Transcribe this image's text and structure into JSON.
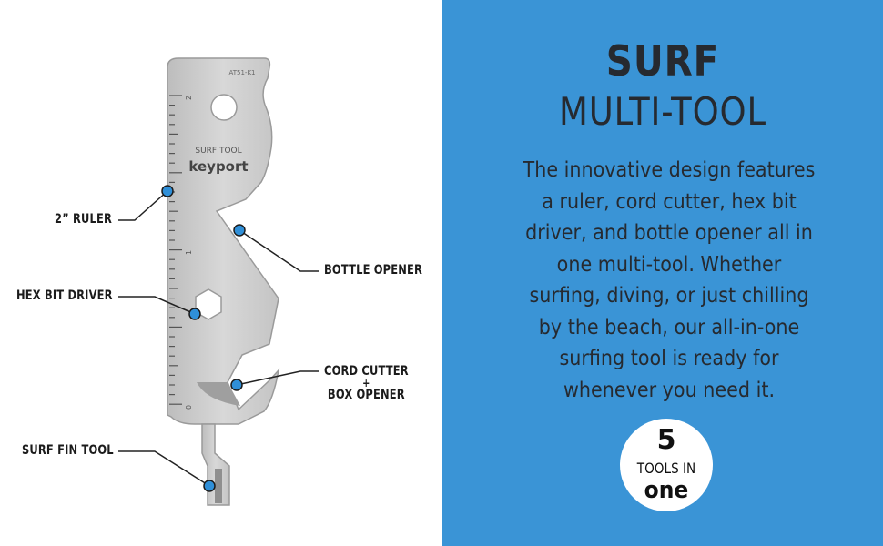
{
  "tool": {
    "engraving_model": "AT51-K1",
    "engraving_name": "SURF TOOL",
    "brand": "keyport",
    "ruler_numbers": [
      "2",
      "1",
      "0"
    ]
  },
  "callouts": {
    "ruler": "2” RULER",
    "hex": "HEX BIT DRIVER",
    "fin": "SURF FIN TOOL",
    "bottle": "BOTTLE OPENER",
    "cord": "CORD CUTTER",
    "plus": "+",
    "box": "BOX OPENER"
  },
  "panel": {
    "title_line1": "SURF",
    "title_line2": "MULTI-TOOL",
    "description_lines": [
      "The innovative design features",
      "a ruler, cord cutter, hex bit",
      "driver, and bottle opener all in",
      "one multi-tool. Whether",
      "surfing, diving, or just chilling",
      "by the beach, our all-in-one",
      "surfing tool is ready for",
      "whenever you need it."
    ],
    "badge": {
      "number": "5",
      "middle": "TOOLS IN",
      "bottom": "one"
    }
  },
  "colors": {
    "panel_bg": "#3a94d6",
    "panel_text": "#262a30",
    "tool_metal": "#c9c9c9",
    "callout_dot": "#2f8fd8"
  }
}
